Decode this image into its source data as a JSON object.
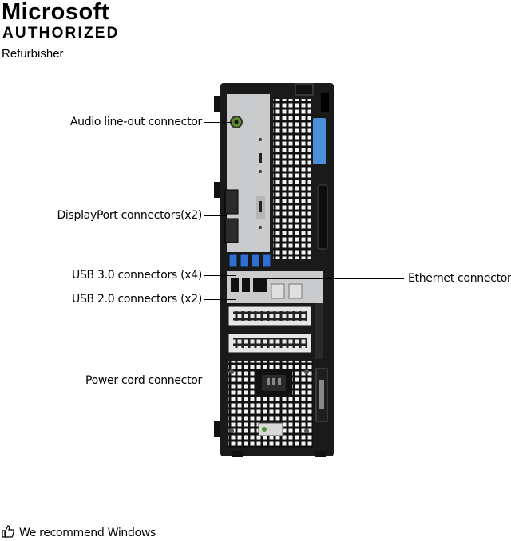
{
  "brand": {
    "line1": "Microsoft",
    "line2": "AUTHORIZED",
    "line3": "Refurbisher"
  },
  "labels": {
    "audio": "Audio line-out connector",
    "displayport": "DisplayPort connectors(x2)",
    "usb3": "USB 3.0 connectors (x4)",
    "usb2": "USB 2.0 connectors (x2)",
    "power": "Power cord connector",
    "ethernet": "Ethernet connector"
  },
  "footer": {
    "icon": "thumbs-up-icon",
    "text": "We recommend Windows"
  },
  "colors": {
    "chassis": "#1a1a1a",
    "panel": "#c9cbcd",
    "usb3_blue": "#2f6fd1",
    "latch_blue": "#4a90d9",
    "audio_green": "#5a8a2a"
  }
}
